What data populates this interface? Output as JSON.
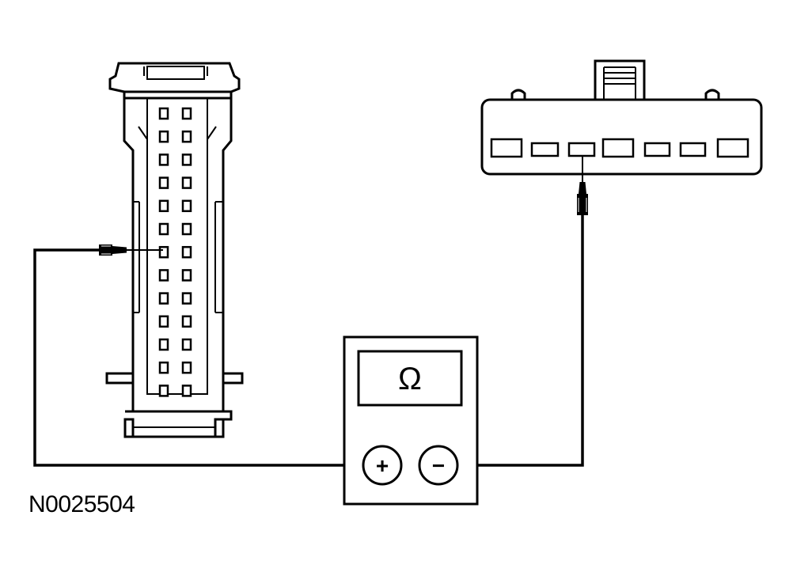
{
  "figure_id": "N0025504",
  "meter": {
    "display_symbol": "Ω",
    "positive_label": "+",
    "negative_label": "−"
  },
  "left_connector": {
    "pin_rows": 13,
    "pin_columns": 2
  },
  "right_connector": {
    "cavity_count": 7
  }
}
